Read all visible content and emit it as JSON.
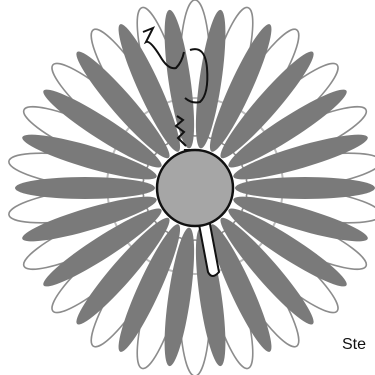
{
  "corner_label": "Ste",
  "colors": {
    "background": "#ffffff",
    "outline": "#111111",
    "filled_petal": "#7a7a7a",
    "open_petal_outline": "#8c8c8c",
    "open_petal_fill": "#ffffff",
    "center_disk": "#a6a6a6",
    "guide_circle": "#bdbdbd"
  },
  "petals": {
    "filled_count": 22,
    "open_count": 22
  },
  "marks": {
    "center": "center-disk",
    "probe": "pointer-needle",
    "hooks": [
      "scribble-hook",
      "scribble-loop",
      "needle-tip-squiggle"
    ]
  }
}
